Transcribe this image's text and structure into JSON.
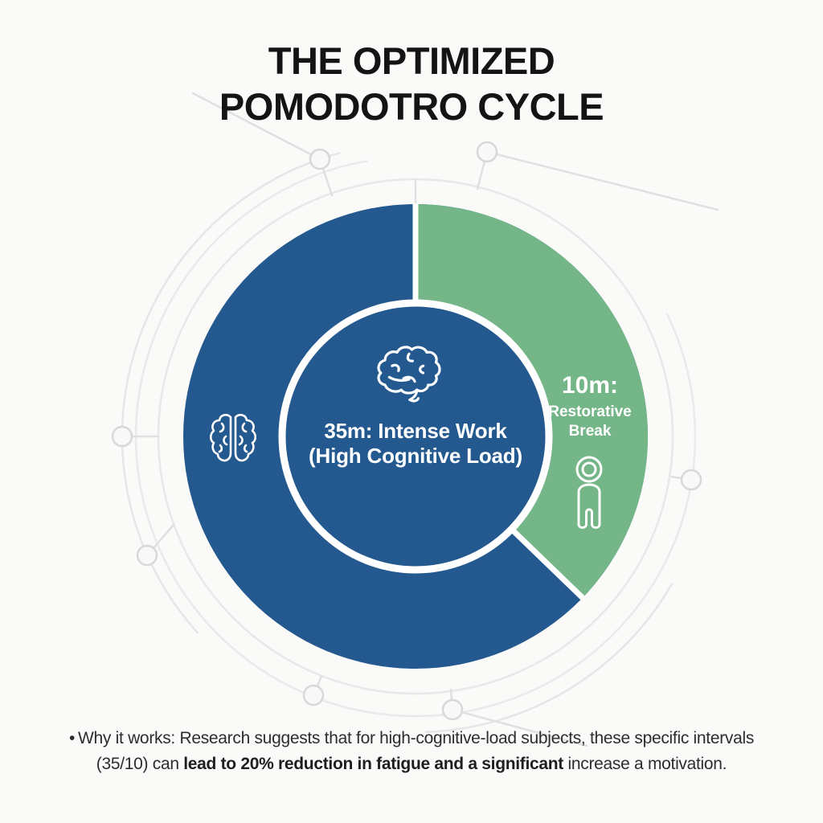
{
  "title": {
    "line1": "THE OPTIMIZED",
    "line2": "POMODOTRO CYCLE"
  },
  "chart_data": {
    "type": "pie",
    "title": "THE OPTIMIZED POMODOTRO CYCLE",
    "unit": "minutes",
    "donut": true,
    "legend": "none",
    "start_angle_deg": 0,
    "direction": "clockwise",
    "slices": [
      {
        "label": "35m: Intense Work (High Cognitive Load)",
        "value_minutes": 35,
        "color": "#24598F",
        "sweep_deg": 226
      },
      {
        "label": "10m: Restorative Break",
        "value_minutes": 10,
        "color": "#74B687",
        "sweep_deg": 134
      }
    ],
    "annotations": [
      "35m: Intense Work (High Cognitive Load) labeled in donut center with brain icon",
      "10m: Restorative Break labeled on green slice with resting-person icon",
      "Brain hemispheres icon on blue slice"
    ]
  },
  "center_label": {
    "line1": "35m: Intense Work",
    "line2": "(High Cognitive Load)"
  },
  "break_label": {
    "line1": "10m:",
    "line2": "Restorative",
    "line3": "Break"
  },
  "footnote": {
    "bullet": "•",
    "line1": "Why it works: Research suggests that for high-cognitive-load subjects, these specific intervals",
    "line2_regular_start": "(35/10) can ",
    "line2_bold": "lead to 20% reduction in fatigue and a significant",
    "line2_regular_end": " increase a motivation."
  },
  "icons": [
    "brain-side-icon",
    "brain-top-icon",
    "resting-person-icon"
  ],
  "colors": {
    "work_blue": "#24598F",
    "break_green": "#74B687",
    "background": "#FAFAF9",
    "separator_white": "#FFFFFF",
    "circuit_gray": "#E4E4E4",
    "title_text": "#141414",
    "body_text": "#2D2D2D"
  }
}
